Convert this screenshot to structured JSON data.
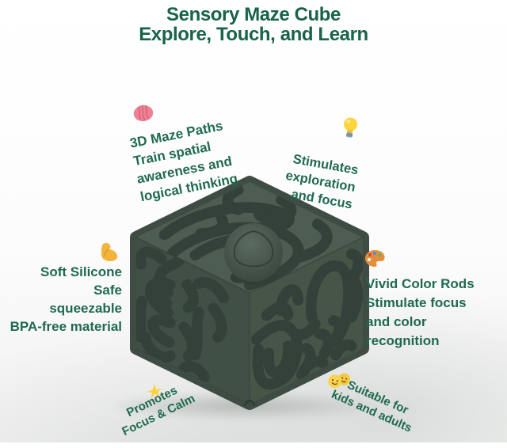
{
  "title": {
    "line1": "Sensory Maze Cube",
    "line2": "Explore, Touch, and Learn"
  },
  "callouts": {
    "maze_paths": {
      "icon": "brain-icon",
      "lines": [
        "3D Maze Paths",
        "Train spatial",
        "awareness and",
        "logical thinking"
      ]
    },
    "stimulation": {
      "icon": "lightbulb-icon",
      "lines": [
        "Stimulates",
        "exploration",
        "and focus"
      ]
    },
    "material": {
      "icon": "flexed-biceps-icon",
      "lines": [
        "Soft Silicone",
        "Safe",
        "squeezable",
        "BPA-free material"
      ]
    },
    "color_rods": {
      "icon": "palette-icon",
      "lines": [
        "Vivid Color Rods",
        "Stimulate focus",
        "and color",
        "recognition"
      ]
    },
    "focus_calm": {
      "icon": "sparkles-icon",
      "lines": [
        "Promotes",
        "Focus & Calm"
      ]
    },
    "audience": {
      "icon": "smiling-faces-icon",
      "lines": [
        "Suitable for",
        "kids and adults"
      ]
    }
  },
  "colors": {
    "heading_green": "#186349",
    "text_green": "#1f6a4e",
    "cube_base_green": "#44534a",
    "rod_orange": "#e0702b",
    "rod_purple": "#b05fe6",
    "rod_blue": "#47b3da",
    "rod_lime": "#b5ca44"
  }
}
